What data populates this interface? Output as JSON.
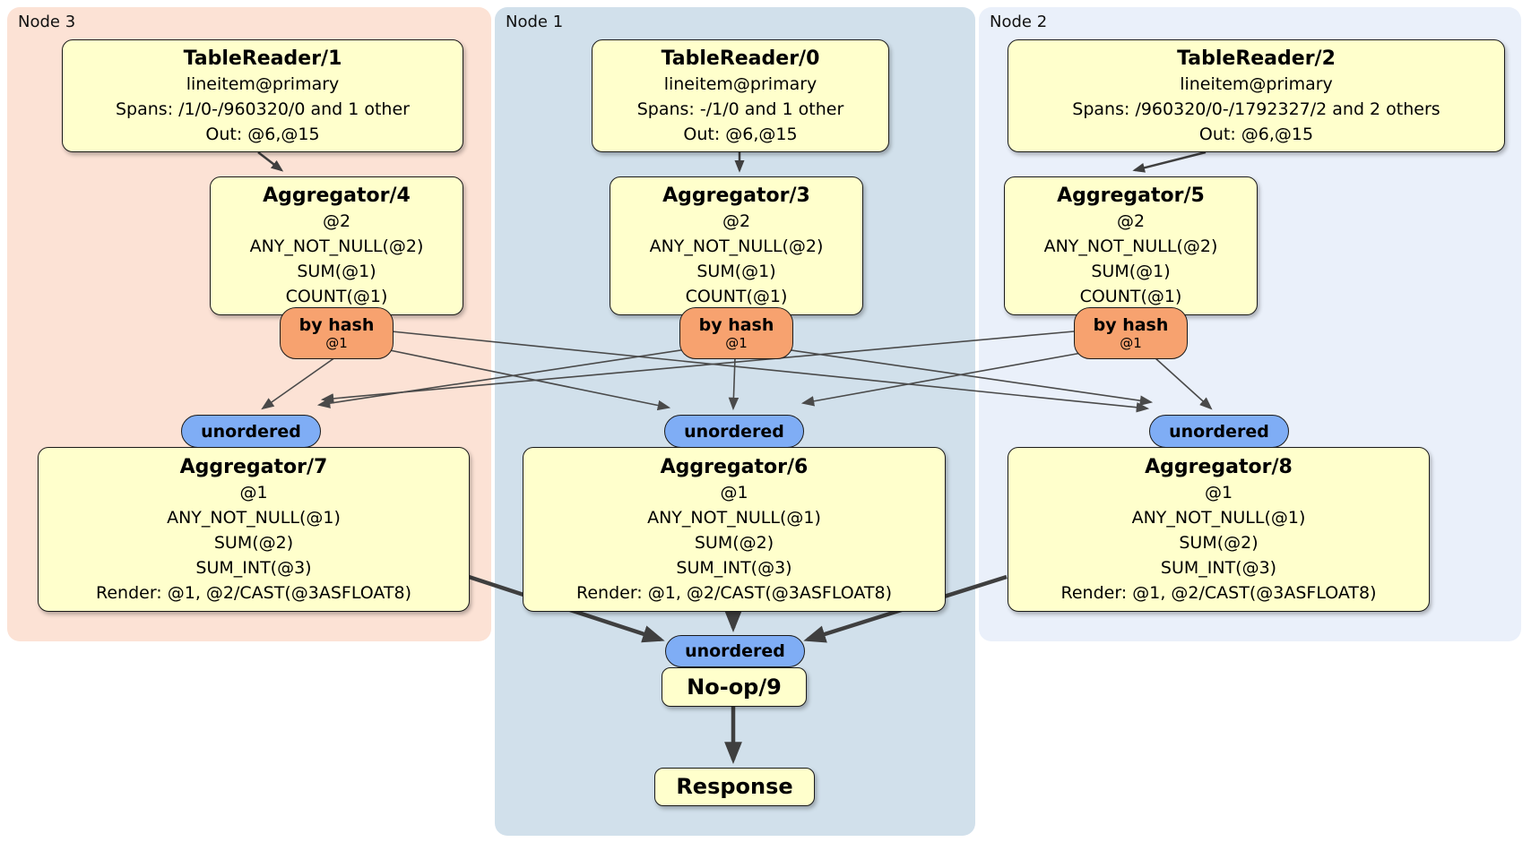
{
  "colors": {
    "panel_node3_bg": "#fce2d5",
    "panel_node1_bg": "#d1e0eb",
    "panel_node2_bg": "#eaf0fa",
    "processor_bg": "#ffffcc",
    "hash_router_bg": "#f7a26f",
    "sync_bg": "#7fadf5",
    "border": "#1a1a1a",
    "edge": "#4a4a4a"
  },
  "panels": {
    "node3": {
      "label": "Node 3"
    },
    "node1": {
      "label": "Node 1"
    },
    "node2": {
      "label": "Node 2"
    }
  },
  "processors": {
    "tablereader1": {
      "title": "TableReader/1",
      "lines": [
        "lineitem@primary",
        "Spans: /1/0-/960320/0 and 1 other",
        "Out: @6,@15"
      ]
    },
    "tablereader0": {
      "title": "TableReader/0",
      "lines": [
        "lineitem@primary",
        "Spans: -/1/0 and 1 other",
        "Out: @6,@15"
      ]
    },
    "tablereader2": {
      "title": "TableReader/2",
      "lines": [
        "lineitem@primary",
        "Spans: /960320/0-/1792327/2 and 2 others",
        "Out: @6,@15"
      ]
    },
    "aggregator4": {
      "title": "Aggregator/4",
      "lines": [
        "@2",
        "ANY_NOT_NULL(@2)",
        "SUM(@1)",
        "COUNT(@1)"
      ]
    },
    "aggregator3": {
      "title": "Aggregator/3",
      "lines": [
        "@2",
        "ANY_NOT_NULL(@2)",
        "SUM(@1)",
        "COUNT(@1)"
      ]
    },
    "aggregator5": {
      "title": "Aggregator/5",
      "lines": [
        "@2",
        "ANY_NOT_NULL(@2)",
        "SUM(@1)",
        "COUNT(@1)"
      ]
    },
    "aggregator7": {
      "title": "Aggregator/7",
      "lines": [
        "@1",
        "ANY_NOT_NULL(@1)",
        "SUM(@2)",
        "SUM_INT(@3)",
        "Render: @1, @2/CAST(@3ASFLOAT8)"
      ]
    },
    "aggregator6": {
      "title": "Aggregator/6",
      "lines": [
        "@1",
        "ANY_NOT_NULL(@1)",
        "SUM(@2)",
        "SUM_INT(@3)",
        "Render: @1, @2/CAST(@3ASFLOAT8)"
      ]
    },
    "aggregator8": {
      "title": "Aggregator/8",
      "lines": [
        "@1",
        "ANY_NOT_NULL(@1)",
        "SUM(@2)",
        "SUM_INT(@3)",
        "Render: @1, @2/CAST(@3ASFLOAT8)"
      ]
    },
    "noop9": {
      "title": "No-op/9"
    },
    "response": {
      "title": "Response"
    }
  },
  "routers": {
    "by_hash": {
      "label": "by hash",
      "detail": "@1"
    },
    "unordered": {
      "label": "unordered"
    }
  }
}
